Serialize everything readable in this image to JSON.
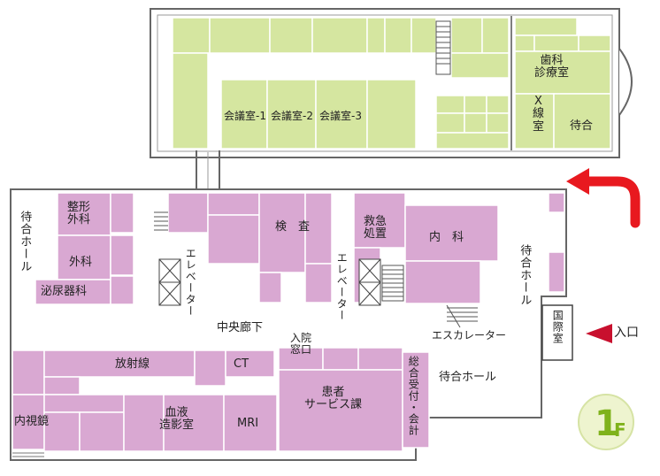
{
  "floor_badge": {
    "number": "1",
    "suffix": "F",
    "color": "#8dc21f"
  },
  "entrance": {
    "label": "入口",
    "arrow_color": "#c8102e"
  },
  "colors": {
    "green_room": "#d5e6a0",
    "pink_room": "#d9a8d2",
    "wall": "#666666",
    "arrow": "#e8191f"
  },
  "upper_wing": {
    "meeting_rooms": [
      "会議室-1",
      "会議室-2",
      "会議室-3"
    ],
    "dental": "歯科\n診療室",
    "xray": "X\n線\n室",
    "waiting": "待合"
  },
  "ground_floor": {
    "west_hall": "待合ホール",
    "orthopedics": "整形\n外科",
    "surgery": "外科",
    "urology": "泌尿器科",
    "elevator_west": "エレベーター",
    "elevator_east": "エレベーター",
    "lab": "検　査",
    "emergency": "救急\n処置",
    "internal_med": "内　科",
    "east_hall": "待合ホール",
    "international": "国際室",
    "central_corridor": "中央廊下",
    "admission": "入院\n窓口",
    "escalator": "エスカレーター",
    "radiology": "放射線",
    "ct": "CT",
    "reception": "総合受付・会計",
    "main_waiting": "待合ホール",
    "endoscopy": "内視鏡",
    "angiography": "血液\n造影室",
    "mri": "MRI",
    "patient_services": "患者\nサービス課"
  }
}
